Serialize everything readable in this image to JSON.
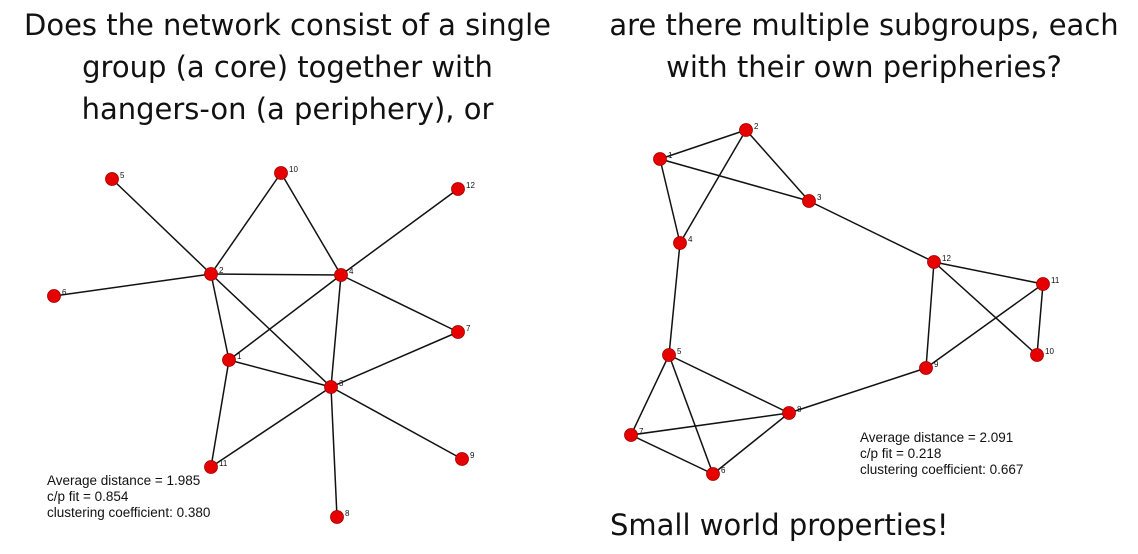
{
  "left_heading": {
    "lines": [
      "Does the network consist of a single",
      "group (a core) together with",
      "hangers-on (a periphery), or"
    ]
  },
  "right_heading": {
    "lines": [
      "are there multiple subgroups, each",
      "with their own peripheries?"
    ]
  },
  "left_stats": {
    "lines": [
      "Average distance = 1.985",
      "c/p fit = 0.854",
      "clustering coefficient: 0.380"
    ]
  },
  "right_stats": {
    "lines": [
      "Average distance = 2.091",
      "c/p fit = 0.218",
      "clustering coefficient: 0.667"
    ]
  },
  "conclusion": "Small world properties!",
  "colors": {
    "node": "#e60000",
    "edge": "#111111"
  },
  "graphs": {
    "left": {
      "nodes": [
        "1",
        "2",
        "3",
        "4",
        "5",
        "6",
        "7",
        "8",
        "9",
        "10",
        "11",
        "12"
      ],
      "edges": [
        [
          "2",
          "5"
        ],
        [
          "2",
          "6"
        ],
        [
          "2",
          "10"
        ],
        [
          "2",
          "4"
        ],
        [
          "2",
          "1"
        ],
        [
          "2",
          "3"
        ],
        [
          "10",
          "4"
        ],
        [
          "4",
          "12"
        ],
        [
          "4",
          "7"
        ],
        [
          "4",
          "1"
        ],
        [
          "4",
          "3"
        ],
        [
          "1",
          "11"
        ],
        [
          "1",
          "3"
        ],
        [
          "3",
          "7"
        ],
        [
          "3",
          "11"
        ],
        [
          "3",
          "9"
        ],
        [
          "3",
          "8"
        ]
      ]
    },
    "right": {
      "nodes": [
        "1",
        "2",
        "3",
        "4",
        "5",
        "6",
        "7",
        "8",
        "9",
        "10",
        "11",
        "12"
      ],
      "edges": [
        [
          "1",
          "2"
        ],
        [
          "1",
          "3"
        ],
        [
          "1",
          "4"
        ],
        [
          "2",
          "3"
        ],
        [
          "2",
          "4"
        ],
        [
          "3",
          "12"
        ],
        [
          "4",
          "5"
        ],
        [
          "5",
          "7"
        ],
        [
          "5",
          "6"
        ],
        [
          "5",
          "8"
        ],
        [
          "7",
          "6"
        ],
        [
          "7",
          "8"
        ],
        [
          "6",
          "8"
        ],
        [
          "8",
          "9"
        ],
        [
          "9",
          "12"
        ],
        [
          "9",
          "11"
        ],
        [
          "12",
          "11"
        ],
        [
          "12",
          "10"
        ],
        [
          "11",
          "10"
        ]
      ]
    }
  }
}
